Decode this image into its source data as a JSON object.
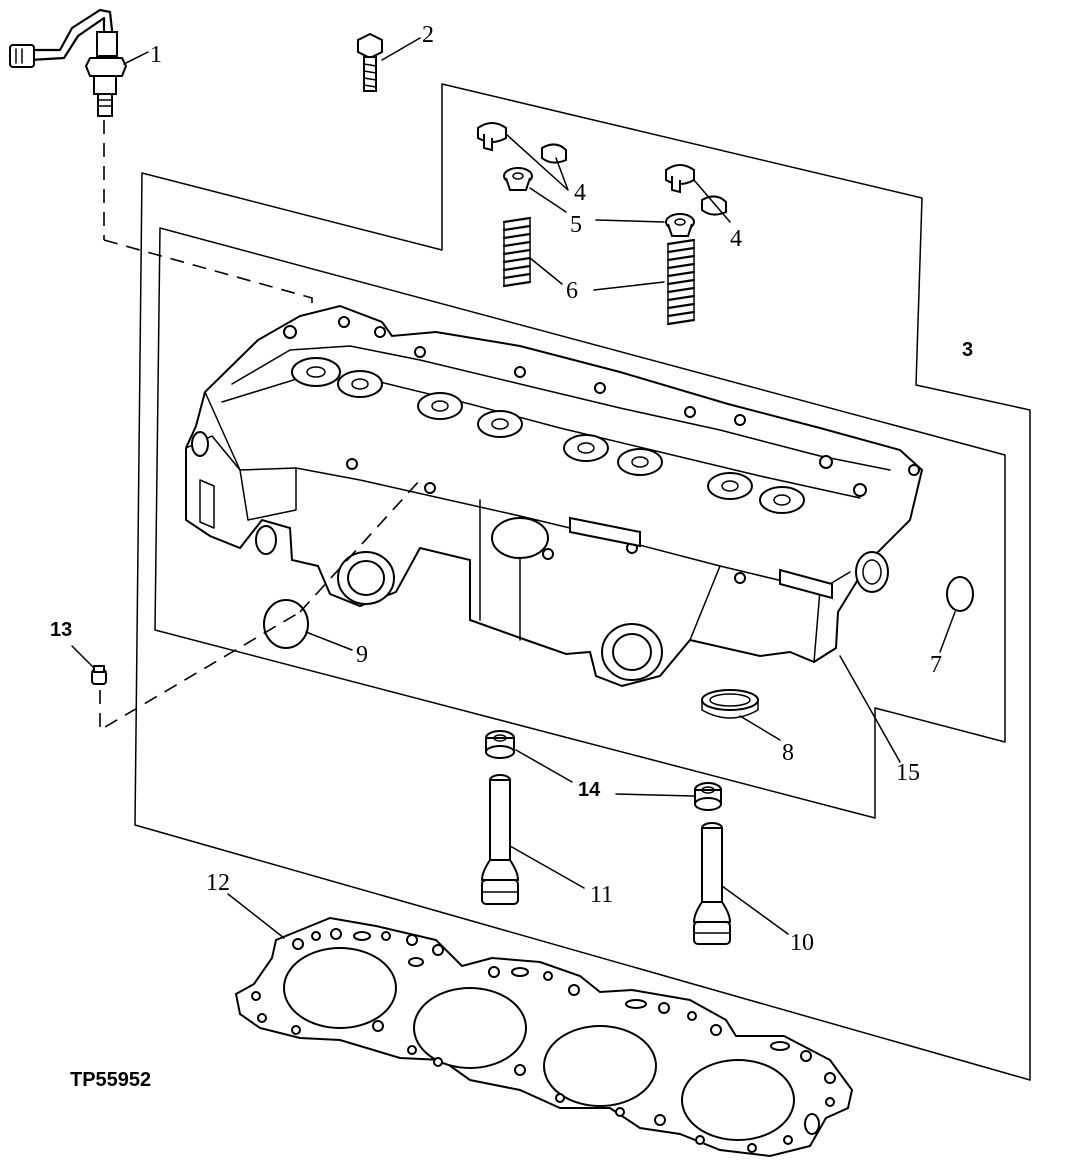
{
  "figure_id": "TP55952",
  "callouts": {
    "c1": "1",
    "c2": "2",
    "c3": "3",
    "c4a": "4",
    "c4b": "4",
    "c5": "5",
    "c6": "6",
    "c7": "7",
    "c8": "8",
    "c9": "9",
    "c10": "10",
    "c11": "11",
    "c12": "12",
    "c13": "13",
    "c14": "14",
    "c15": "15"
  }
}
